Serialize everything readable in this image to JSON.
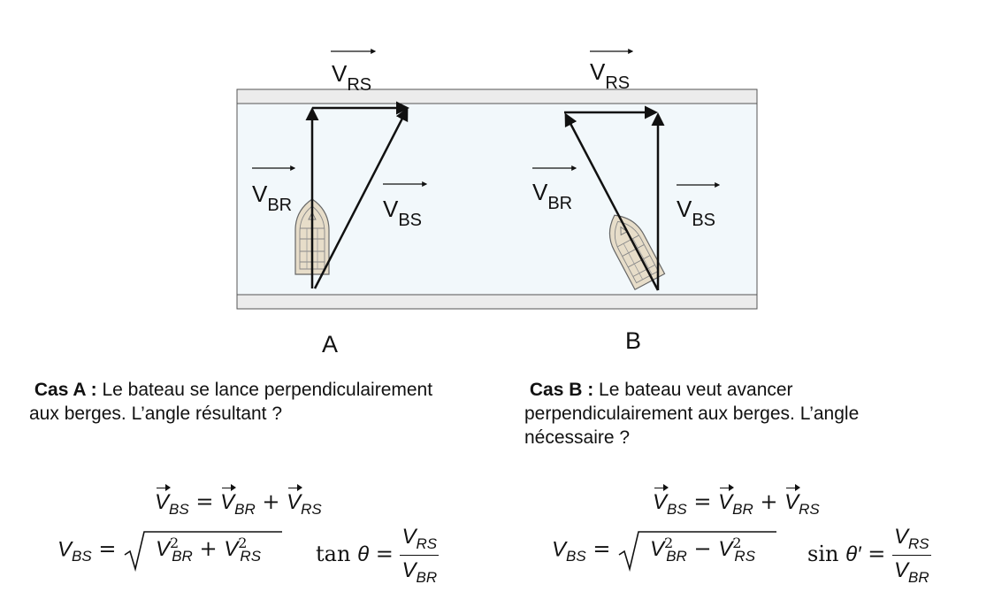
{
  "labels": {
    "vrs": "V",
    "vrs_sub": "RS",
    "vbr": "V",
    "vbr_sub": "BR",
    "vbs": "V",
    "vbs_sub": "BS"
  },
  "cases": [
    {
      "letter": "A",
      "title": "Cas A :",
      "text": "Le bateau se lance perpendiculairement aux berges. L’angle résultant ?"
    },
    {
      "letter": "B",
      "title": "Cas B :",
      "text": "Le bateau veut avancer perpendiculairement aux berges. L’angle nécessaire ?"
    }
  ],
  "equations": {
    "sum": {
      "lhs": "V",
      "lhs_sub": "BS",
      "op1": "=",
      "t1": "V",
      "t1_sub": "BR",
      "op2": "+",
      "t2": "V",
      "t2_sub": "RS"
    },
    "a_norm": {
      "v": "V",
      "v_sub": "BS",
      "eq": "=",
      "plus": "+",
      "br": "V",
      "br_sub": "BR",
      "rs": "V",
      "rs_sub": "RS",
      "pow": "2"
    },
    "a_angle": {
      "fn": "tan",
      "theta": "θ",
      "eq": "=",
      "num": "V",
      "num_sub": "RS",
      "den": "V",
      "den_sub": "BR"
    },
    "b_norm": {
      "v": "V",
      "v_sub": "BS",
      "eq": "=",
      "minus": "−",
      "br": "V",
      "br_sub": "BR",
      "rs": "V",
      "rs_sub": "RS",
      "pow": "2"
    },
    "b_angle": {
      "fn": "sin",
      "theta": "θ′",
      "eq": "=",
      "num": "V",
      "num_sub": "RS",
      "den": "V",
      "den_sub": "BR"
    }
  },
  "colors": {
    "river": "#f2f8fb",
    "bank": "#ececec",
    "boat": "#e7ddc9"
  }
}
